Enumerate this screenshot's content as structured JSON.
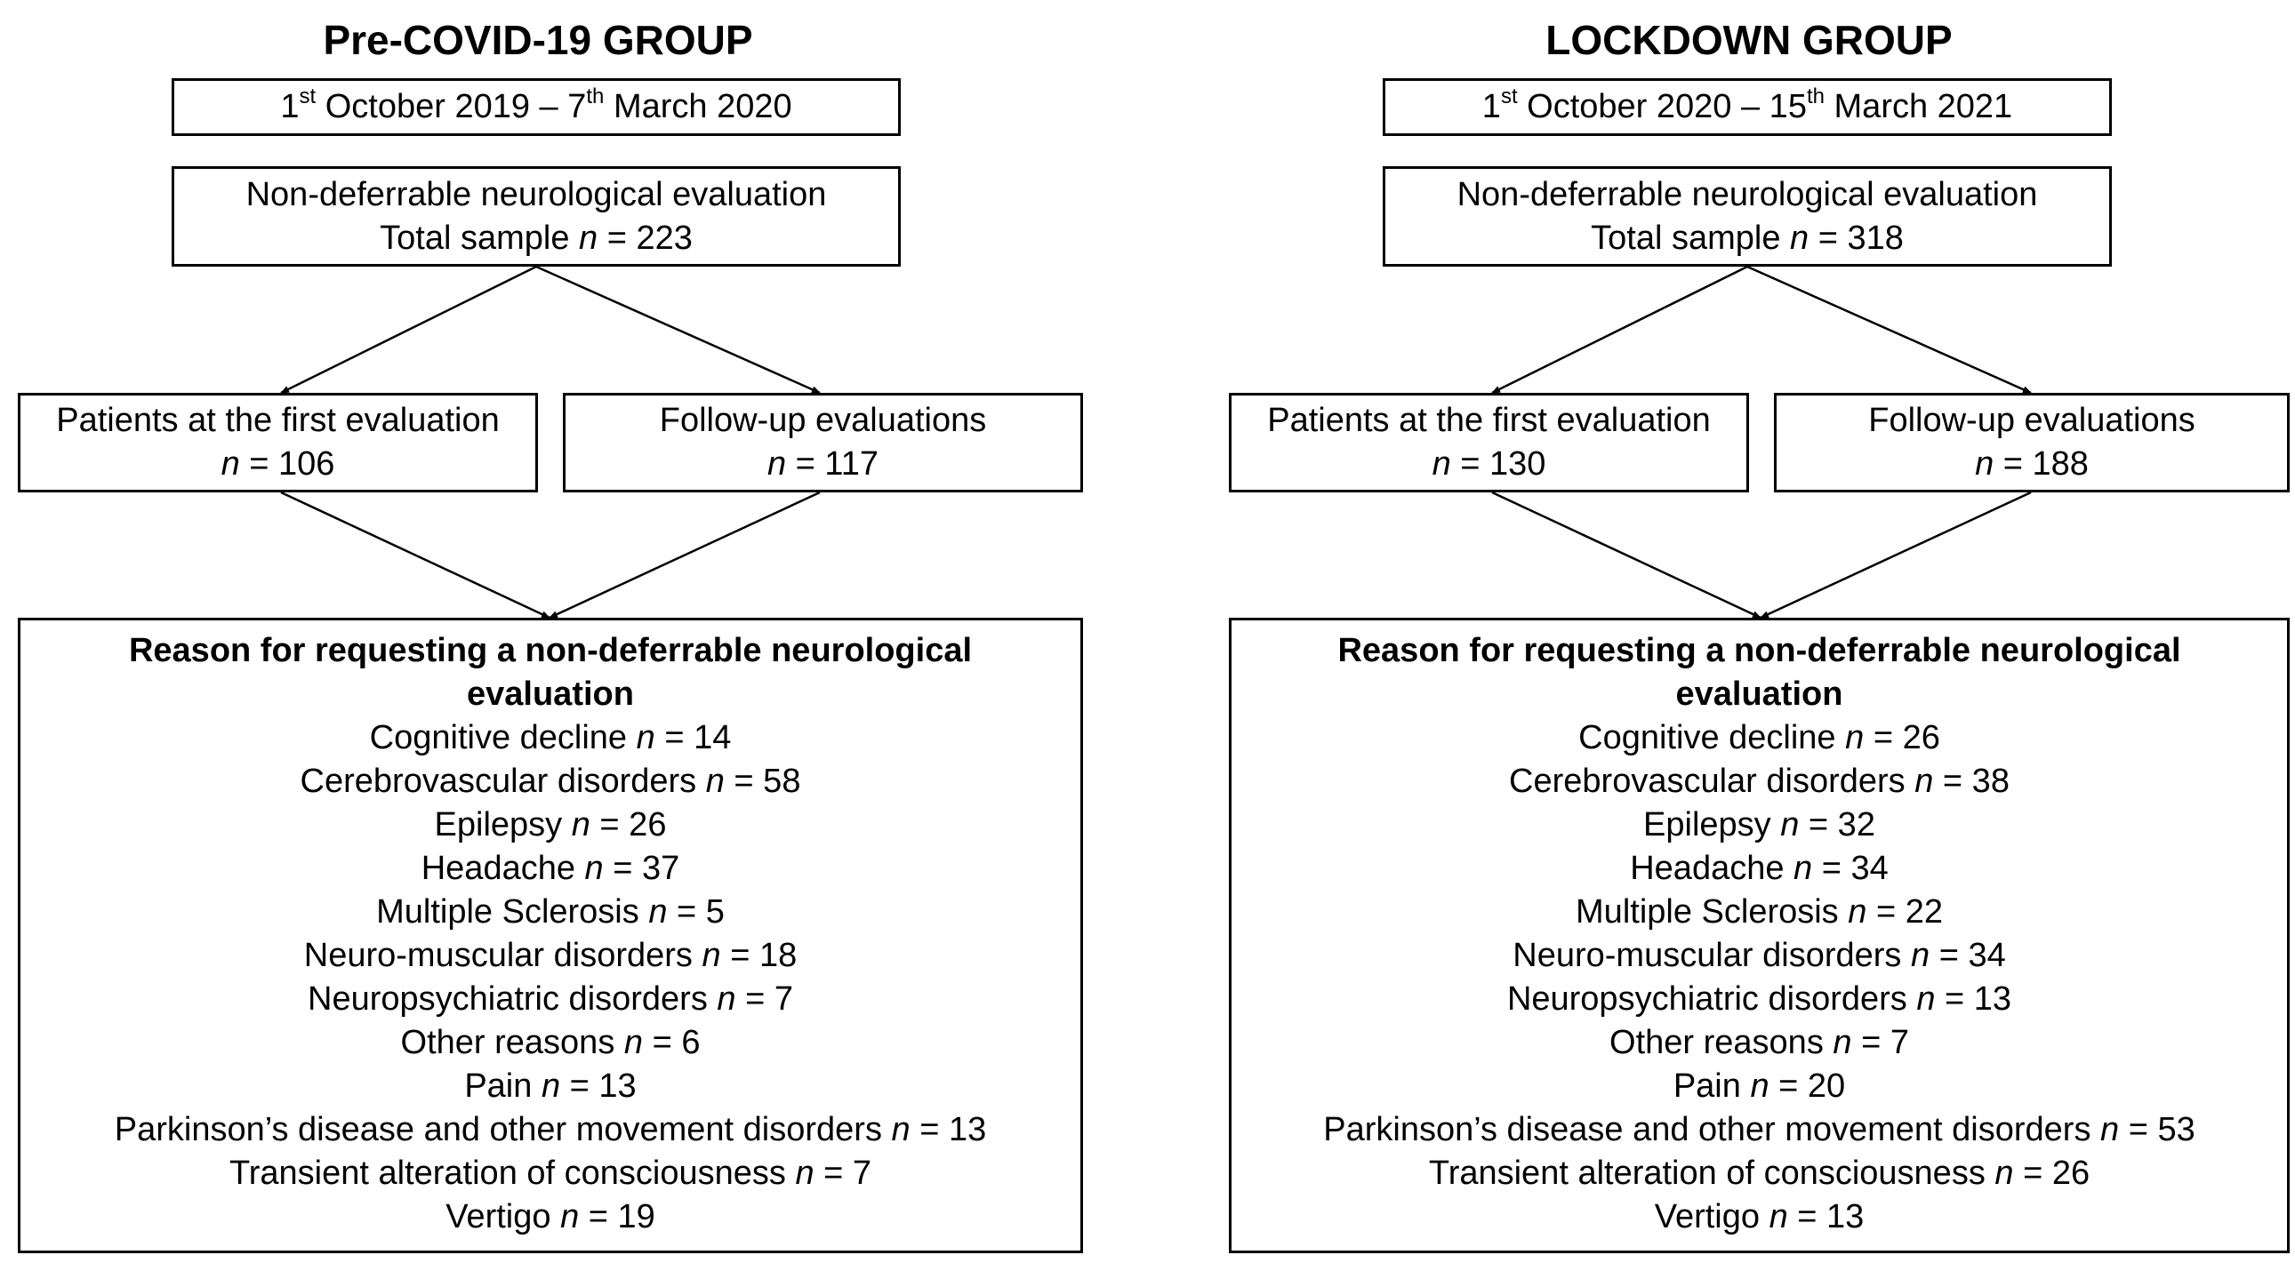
{
  "groups": [
    {
      "title": "Pre-COVID-19 GROUP",
      "period": {
        "start_day": "1",
        "start_sup": "st",
        "start_rest": " October 2019 – 7",
        "end_sup": "th",
        "end_rest": " March 2020"
      },
      "total": {
        "line1": "Non-deferrable neurological evaluation",
        "line2_label": "Total sample ",
        "n": "n",
        "line2_value": " = 223"
      },
      "first": {
        "label": "Patients at the first evaluation",
        "n": "n",
        "value": " = 106"
      },
      "followup": {
        "label": "Follow-up evaluations",
        "n": "n",
        "value": " = 117"
      },
      "reasons_title_1": "Reason for requesting a non-deferrable neurological",
      "reasons_title_2": "evaluation",
      "reasons": [
        {
          "label": "Cognitive decline ",
          "n": "n",
          "value": " = 14"
        },
        {
          "label": "Cerebrovascular disorders ",
          "n": "n",
          "value": " = 58"
        },
        {
          "label": "Epilepsy ",
          "n": "n",
          "value": " = 26"
        },
        {
          "label": "Headache ",
          "n": "n",
          "value": " = 37"
        },
        {
          "label": "Multiple Sclerosis ",
          "n": "n",
          "value": " = 5"
        },
        {
          "label": "Neuro-muscular disorders ",
          "n": "n",
          "value": " = 18"
        },
        {
          "label": "Neuropsychiatric disorders ",
          "n": "n",
          "value": " = 7"
        },
        {
          "label": "Other reasons ",
          "n": "n",
          "value": " = 6"
        },
        {
          "label": "Pain ",
          "n": "n",
          "value": " = 13"
        },
        {
          "label": "Parkinson’s disease and other movement disorders ",
          "n": "n",
          "value": " = 13"
        },
        {
          "label": "Transient alteration of consciousness ",
          "n": "n",
          "value": " = 7"
        },
        {
          "label": "Vertigo ",
          "n": "n",
          "value": " = 19"
        }
      ]
    },
    {
      "title": "LOCKDOWN GROUP",
      "period": {
        "start_day": "1",
        "start_sup": "st",
        "start_rest": " October 2020 – 15",
        "end_sup": "th",
        "end_rest": " March 2021"
      },
      "total": {
        "line1": "Non-deferrable neurological evaluation",
        "line2_label": "Total sample ",
        "n": "n",
        "line2_value": " = 318"
      },
      "first": {
        "label": "Patients at the first evaluation",
        "n": "n",
        "value": " = 130"
      },
      "followup": {
        "label": "Follow-up evaluations",
        "n": "n",
        "value": " = 188"
      },
      "reasons_title_1": "Reason for requesting a non-deferrable neurological",
      "reasons_title_2": "evaluation",
      "reasons": [
        {
          "label": "Cognitive decline ",
          "n": "n",
          "value": " = 26"
        },
        {
          "label": "Cerebrovascular disorders ",
          "n": "n",
          "value": " = 38"
        },
        {
          "label": "Epilepsy ",
          "n": "n",
          "value": " = 32"
        },
        {
          "label": "Headache ",
          "n": "n",
          "value": " = 34"
        },
        {
          "label": "Multiple Sclerosis ",
          "n": "n",
          "value": " = 22"
        },
        {
          "label": "Neuro-muscular disorders ",
          "n": "n",
          "value": " = 34"
        },
        {
          "label": "Neuropsychiatric disorders ",
          "n": "n",
          "value": " = 13"
        },
        {
          "label": "Other reasons ",
          "n": "n",
          "value": " = 7"
        },
        {
          "label": "Pain ",
          "n": "n",
          "value": " = 20"
        },
        {
          "label": "Parkinson’s disease and other movement disorders ",
          "n": "n",
          "value": " = 53"
        },
        {
          "label": "Transient alteration of consciousness ",
          "n": "n",
          "value": " = 26"
        },
        {
          "label": "Vertigo ",
          "n": "n",
          "value": " = 13"
        }
      ]
    }
  ]
}
